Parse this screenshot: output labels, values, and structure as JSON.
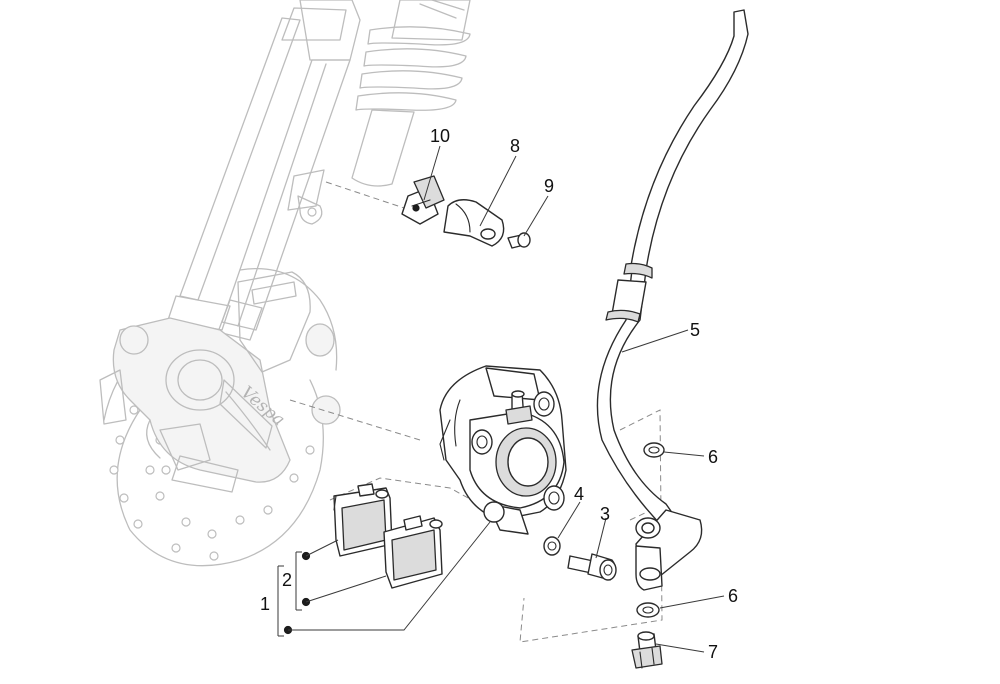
{
  "callouts": {
    "c1": "1",
    "c2": "2",
    "c3": "3",
    "c4": "4",
    "c5": "5",
    "c6a": "6",
    "c6b": "6",
    "c7": "7",
    "c8": "8",
    "c9": "9",
    "c10": "10"
  },
  "logo_text": "Vespa",
  "colors": {
    "ink": "#2b2b2b",
    "ghost": "#bdbdbd",
    "background": "#ffffff"
  }
}
